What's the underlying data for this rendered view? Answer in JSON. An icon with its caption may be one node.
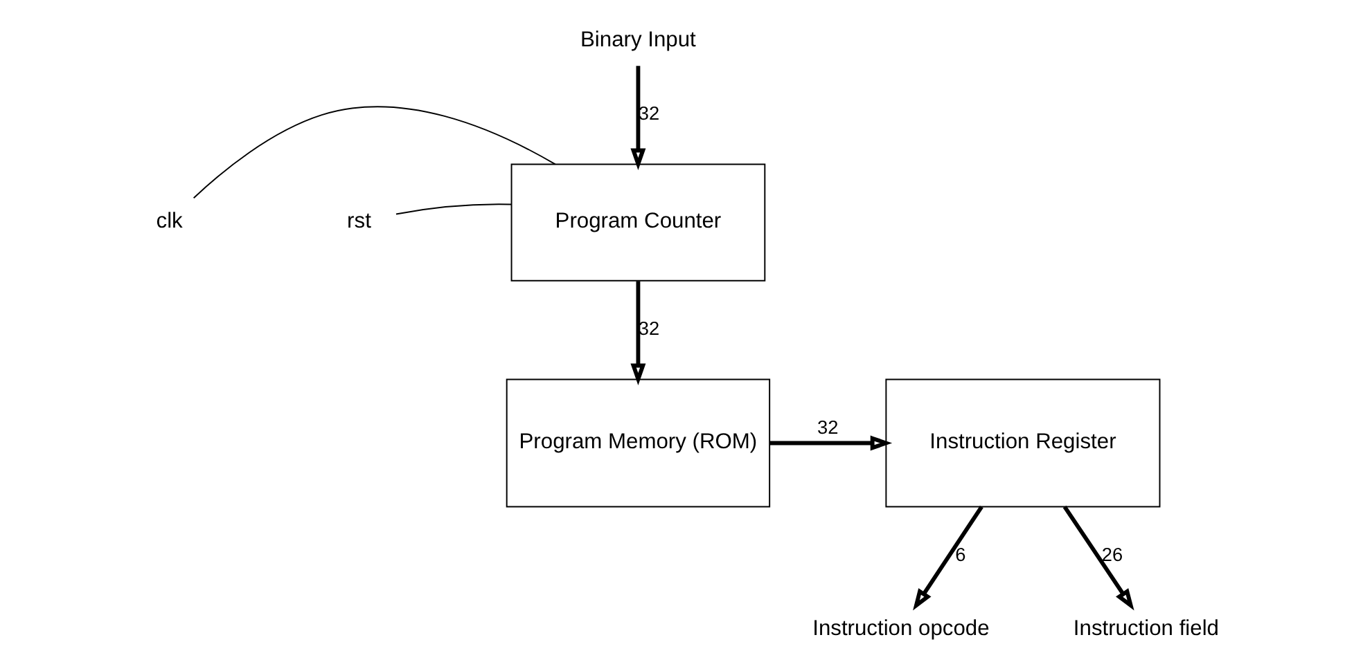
{
  "diagram": {
    "nodes": [
      {
        "text": [
          "Program Counter"
        ]
      },
      {
        "text": [
          "Program Memory (ROM)"
        ]
      },
      {
        "text": [
          "Instruction Register"
        ]
      },
      {
        "text": [
          "Binary Input"
        ]
      },
      {
        "text": [
          "clk"
        ]
      },
      {
        "text": [
          "rst"
        ]
      },
      {
        "text": [
          "Instruction opcode"
        ]
      },
      {
        "text": [
          "Instruction field"
        ]
      }
    ],
    "edges": [
      {
        "from": 4,
        "to": 0,
        "arrow": "none"
      },
      {
        "from": 5,
        "to": 0,
        "arrow": "none"
      },
      {
        "from": 3,
        "to": 0,
        "arrow": "to",
        "label": "32"
      },
      {
        "from": 0,
        "to": 1,
        "arrow": "to",
        "label": "32"
      },
      {
        "from": 1,
        "to": 2,
        "arrow": "to",
        "label": "32"
      },
      {
        "from": 2,
        "to": 6,
        "arrow": "to",
        "label": "6"
      },
      {
        "from": 2,
        "to": 7,
        "arrow": "to",
        "label": "26"
      }
    ]
  }
}
